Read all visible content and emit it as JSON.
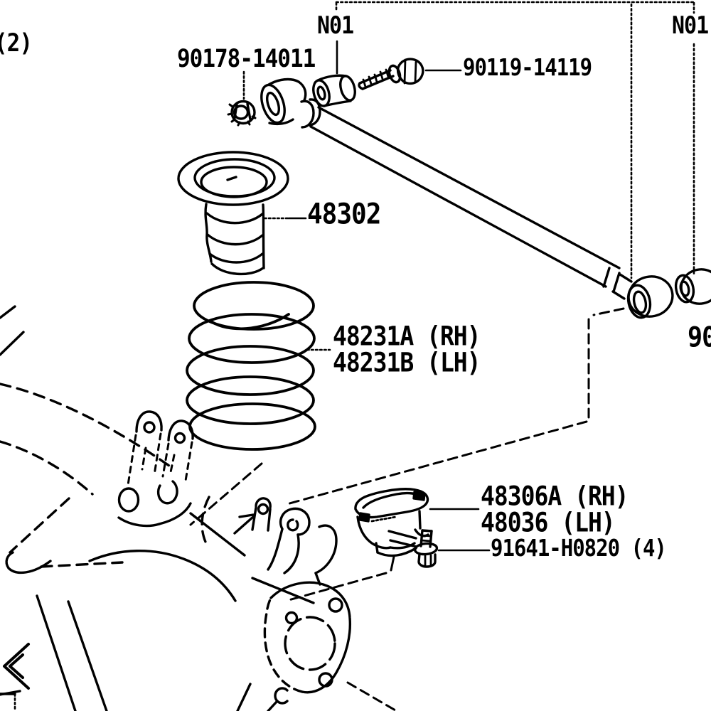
{
  "page": {
    "background": "#ffffff",
    "line_color": "#000000",
    "description_labels": {
      "qty_note": "(2)",
      "n01_left": "N01",
      "n01_right": "N01",
      "nut_part": "90178-14011",
      "bolt_part": "90119-14119",
      "bumper_part": "48302",
      "spring_part_rh": "48231A (RH)",
      "spring_part_lh": "48231B (LH)",
      "edge_partial_part": "90",
      "seat_part_rh": "48306A (RH)",
      "seat_part_lh": "48036 (LH)",
      "seat_bolt_part": "91641-H0820 (4)"
    }
  }
}
